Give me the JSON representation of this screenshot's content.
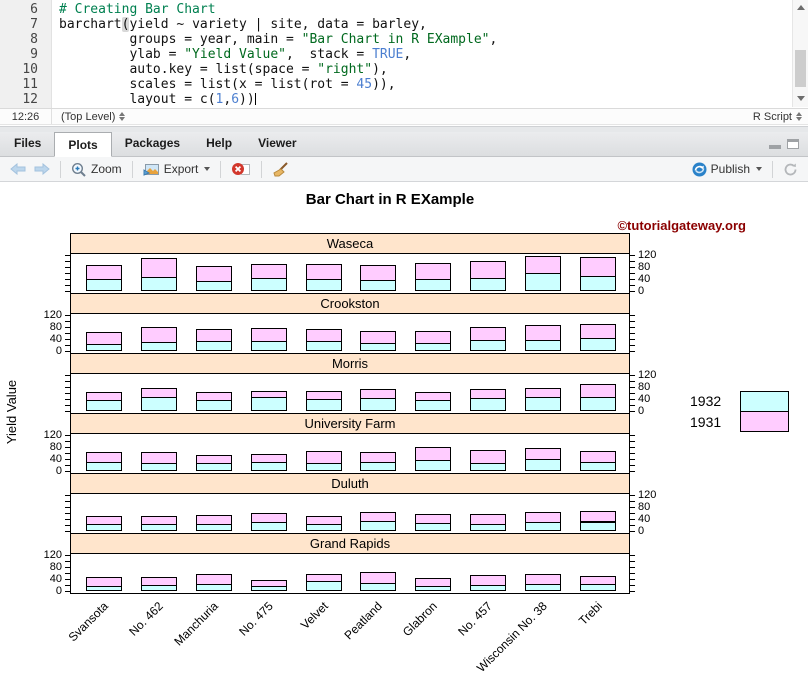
{
  "editor": {
    "lines": [
      {
        "num": "6",
        "segments": [
          {
            "text": "# Creating Bar Chart",
            "style": "comment"
          }
        ]
      },
      {
        "num": "7",
        "segments": [
          {
            "text": "barchart",
            "style": "plain"
          },
          {
            "text": "(",
            "style": "paren"
          },
          {
            "text": "yield ~ variety | site, data = barley,",
            "style": "plain"
          }
        ]
      },
      {
        "num": "8",
        "segments": [
          {
            "text": "         groups = year, main = ",
            "style": "plain"
          },
          {
            "text": "\"Bar Chart in R EXample\"",
            "style": "string"
          },
          {
            "text": ",",
            "style": "plain"
          }
        ]
      },
      {
        "num": "9",
        "segments": [
          {
            "text": "         ylab = ",
            "style": "plain"
          },
          {
            "text": "\"Yield Value\"",
            "style": "string"
          },
          {
            "text": ",  stack = ",
            "style": "plain"
          },
          {
            "text": "TRUE",
            "style": "const"
          },
          {
            "text": ",",
            "style": "plain"
          }
        ]
      },
      {
        "num": "10",
        "segments": [
          {
            "text": "         auto.key = list(space = ",
            "style": "plain"
          },
          {
            "text": "\"right\"",
            "style": "string"
          },
          {
            "text": "),",
            "style": "plain"
          }
        ]
      },
      {
        "num": "11",
        "segments": [
          {
            "text": "         scales = list(x = list(rot = ",
            "style": "plain"
          },
          {
            "text": "45",
            "style": "const"
          },
          {
            "text": ")),",
            "style": "plain"
          }
        ]
      },
      {
        "num": "12",
        "segments": [
          {
            "text": "         layout = c(",
            "style": "plain"
          },
          {
            "text": "1",
            "style": "const"
          },
          {
            "text": ",",
            "style": "plain"
          },
          {
            "text": "6",
            "style": "const"
          },
          {
            "text": "))",
            "style": "plain"
          }
        ],
        "cursor": true
      }
    ],
    "status": {
      "cursor_position": "12:26",
      "scope": "(Top Level)",
      "file_type": "R Script"
    }
  },
  "pane": {
    "tabs": [
      {
        "label": "Files",
        "active": false
      },
      {
        "label": "Plots",
        "active": true
      },
      {
        "label": "Packages",
        "active": false
      },
      {
        "label": "Help",
        "active": false
      },
      {
        "label": "Viewer",
        "active": false
      }
    ],
    "toolbar": {
      "zoom_label": "Zoom",
      "export_label": "Export",
      "publish_label": "Publish"
    }
  },
  "chart_data": {
    "type": "bar",
    "stacked": true,
    "title": "Bar Chart in R EXample",
    "watermark": "©tutorialgateway.org",
    "ylabel": "Yield Value",
    "categories": [
      "Svansota",
      "No. 462",
      "Manchuria",
      "No. 475",
      "Velvet",
      "Peatland",
      "Glabron",
      "No. 457",
      "Wisconsin No. 38",
      "Trebi"
    ],
    "ylim": [
      -8,
      126
    ],
    "y_ticks_labeled": [
      0,
      40,
      80,
      120
    ],
    "y_tick_step": 20,
    "grid": false,
    "legend": {
      "position": "right",
      "entries": [
        {
          "label": "1932",
          "color": "#CCFFFF"
        },
        {
          "label": "1931",
          "color": "#FFCCFF"
        }
      ]
    },
    "colors": {
      "year_1932": "#CCFFFF",
      "year_1931": "#FFCCFF",
      "strip_background": "#FFE5CC",
      "bar_border": "#000000",
      "watermark": "#8B0000"
    },
    "panels": [
      {
        "site": "Waseca",
        "axis_side": "right",
        "series": [
          {
            "name": "1932",
            "values": [
              38.5,
              44.7,
              33.47,
              41.27,
              37.4,
              36.03,
              37.73,
              42.2,
              58.17,
              49.23
            ]
          },
          {
            "name": "1931",
            "values": [
              47.33,
              65.77,
              48.87,
              46.77,
              50.23,
              48.57,
              55.2,
              58.1,
              58.8,
              63.83
            ]
          }
        ]
      },
      {
        "site": "Crookston",
        "axis_side": "left",
        "series": [
          {
            "name": "1932",
            "values": [
              20.63,
              30.53,
              32.97,
              32.13,
              32.07,
              25.23,
              26.17,
              34.33,
              35.9,
              41.83
            ]
          },
          {
            "name": "1931",
            "values": [
              40.47,
              48.57,
              39.93,
              44.1,
              41.33,
              41.6,
              38.13,
              45.67,
              49.87,
              46.93
            ]
          }
        ]
      },
      {
        "site": "Morris",
        "axis_side": "right",
        "series": [
          {
            "name": "1932",
            "values": [
              35.03,
              47.0,
              34.37,
              44.23,
              38.83,
              43.2,
              35.13,
              43.53,
              47.17,
              46.63
            ]
          },
          {
            "name": "1931",
            "values": [
              25.77,
              30.37,
              27.43,
              22.47,
              26.13,
              29.87,
              28.77,
              28.7,
              29.47,
              43.77
            ]
          }
        ]
      },
      {
        "site": "University Farm",
        "axis_side": "left",
        "series": [
          {
            "name": "1932",
            "values": [
              27.43,
              25.57,
              26.9,
              30.0,
              26.8,
              28.07,
              36.8,
              26.43,
              38.0,
              29.07
            ]
          },
          {
            "name": "1931",
            "values": [
              35.13,
              36.6,
              27.0,
              24.93,
              39.9,
              32.77,
              43.07,
              43.27,
              39.3,
              36.57
            ]
          }
        ]
      },
      {
        "site": "Duluth",
        "axis_side": "right",
        "series": [
          {
            "name": "1932",
            "values": [
              22.23,
              22.5,
              22.57,
              27.37,
              22.47,
              31.37,
              25.87,
              22.7,
              29.33,
              30.6
            ]
          },
          {
            "name": "1931",
            "values": [
              25.7,
              28.1,
              28.97,
              33.07,
              26.3,
              32.0,
              29.67,
              33.6,
              31.6,
              33.93
            ]
          }
        ]
      },
      {
        "site": "Grand Rapids",
        "axis_side": "left",
        "series": [
          {
            "name": "1932",
            "values": [
              16.63,
              19.9,
              22.13,
              15.23,
              32.23,
              26.77,
              14.43,
              19.47,
              20.67,
              20.63
            ]
          },
          {
            "name": "1931",
            "values": [
              29.67,
              24.93,
              32.97,
              19.7,
              23.03,
              34.7,
              29.13,
              32.17,
              34.47,
              29.77
            ]
          }
        ]
      }
    ]
  }
}
